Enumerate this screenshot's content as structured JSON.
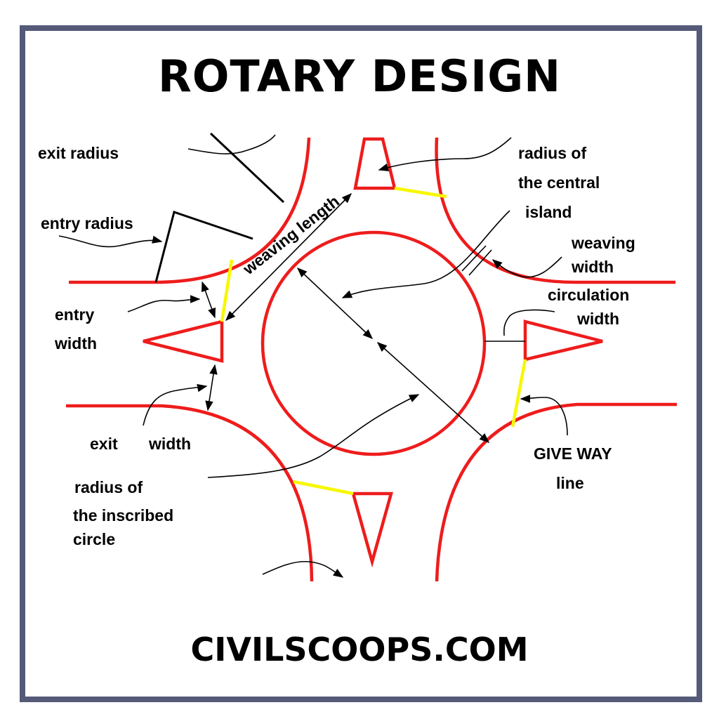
{
  "title": "ROTARY DESIGN",
  "footer": "CIVILSCOOPS.COM",
  "colors": {
    "border": "#545a78",
    "road": "#ee1c1c",
    "give_way_line": "#f7f700",
    "text": "#000000"
  },
  "labels": {
    "exit_radius": "exit radius",
    "entry_radius": "entry radius",
    "entry_width_1": "entry",
    "entry_width_2": "width",
    "exit_width_1": "exit",
    "exit_width_2": "width",
    "radius_inscribed_1": "radius of",
    "radius_inscribed_2": "the inscribed",
    "radius_inscribed_3": "circle",
    "weaving_length": "weaving length",
    "radius_central_1": "radius of",
    "radius_central_2": "the central",
    "radius_central_3": "island",
    "weaving_width_1": "weaving",
    "weaving_width_2": "width",
    "circulation_width_1": "circulation",
    "circulation_width_2": "width",
    "give_way_1": "GIVE WAY",
    "give_way_2": "line"
  }
}
